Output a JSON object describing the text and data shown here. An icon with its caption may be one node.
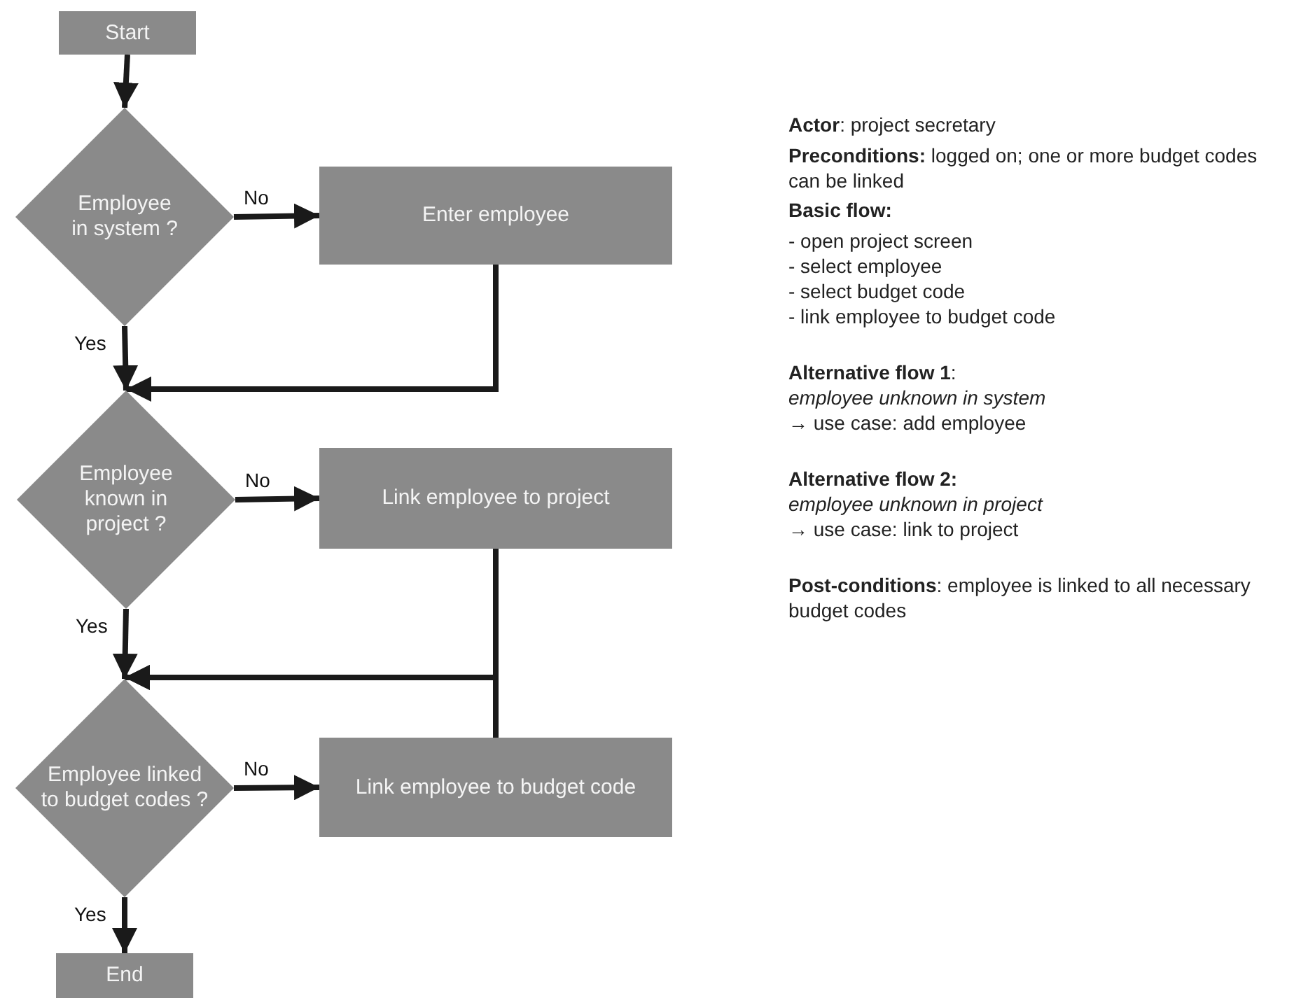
{
  "diagram": {
    "nodes": [
      {
        "text": [
          "Start"
        ]
      },
      {
        "text": [
          "Employee in system ?"
        ]
      },
      {
        "text": [
          "Enter employee"
        ]
      },
      {
        "text": [
          "Employee known in project ?"
        ]
      },
      {
        "text": [
          "Link employee to project"
        ]
      },
      {
        "text": [
          "Employee linked to budget codes ?"
        ]
      },
      {
        "text": [
          "Link employee to budget code"
        ]
      },
      {
        "text": [
          "End"
        ]
      }
    ],
    "edges": [
      {
        "from": 0,
        "to": 1,
        "arrow": "to"
      },
      {
        "from": 1,
        "to": 2,
        "label": "No",
        "arrow": "to"
      },
      {
        "from": 1,
        "to": 3,
        "label": "Yes",
        "arrow": "to"
      },
      {
        "from": 2,
        "to": 3,
        "arrow": "to"
      },
      {
        "from": 3,
        "to": 4,
        "label": "No",
        "arrow": "to"
      },
      {
        "from": 3,
        "to": 5,
        "label": "Yes",
        "arrow": "to"
      },
      {
        "from": 4,
        "to": 5,
        "arrow": "to"
      },
      {
        "from": 6,
        "to": 5,
        "arrow": "to"
      },
      {
        "from": 5,
        "to": 6,
        "label": "No",
        "arrow": "to"
      },
      {
        "from": 5,
        "to": 7,
        "label": "Yes",
        "arrow": "to"
      }
    ],
    "labels": [
      "**Actor**: project secretary",
      "**Preconditions:** logged on; one or more budget codes can be linked",
      "Basic flow:",
      "- open project screen",
      "- select employee",
      "- select budget code",
      "- link employee to budget code",
      "**Alternative flow 1**:",
      "employee unknown in system",
      "→ use case: add employee",
      "Alternative flow 2:",
      "employee unknown in project",
      "→ use case: link to project",
      "**Post-conditions**: employee is linked to all necessary budget codes"
    ]
  }
}
